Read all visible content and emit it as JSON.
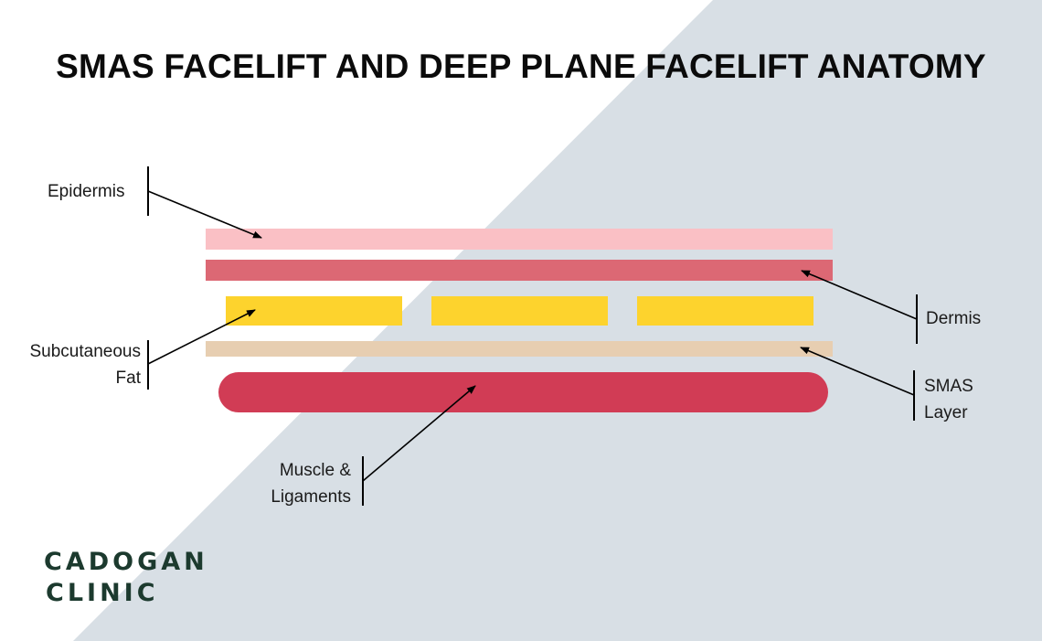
{
  "title": "SMAS FACELIFT AND DEEP PLANE FACELIFT ANATOMY",
  "labels": {
    "epidermis": "Epidermis",
    "dermis": "Dermis",
    "subcutaneous_fat_line1": "Subcutaneous",
    "subcutaneous_fat_line2": "Fat",
    "smas_line1": "SMAS",
    "smas_line2": "Layer",
    "muscle_line1": "Muscle &",
    "muscle_line2": "Ligaments"
  },
  "logo": {
    "line1": "CADOGAN",
    "line2": "CLINIC"
  },
  "colors": {
    "background": "#ffffff",
    "diagonal_panel": "#d8dfe5",
    "epidermis": "#fac0c5",
    "dermis": "#dc6874",
    "subcutaneous_fat": "#fdd32d",
    "smas_layer": "#e7ceb1",
    "muscle": "#d13c55",
    "line": "#000000",
    "logo": "#1c3a2e"
  }
}
